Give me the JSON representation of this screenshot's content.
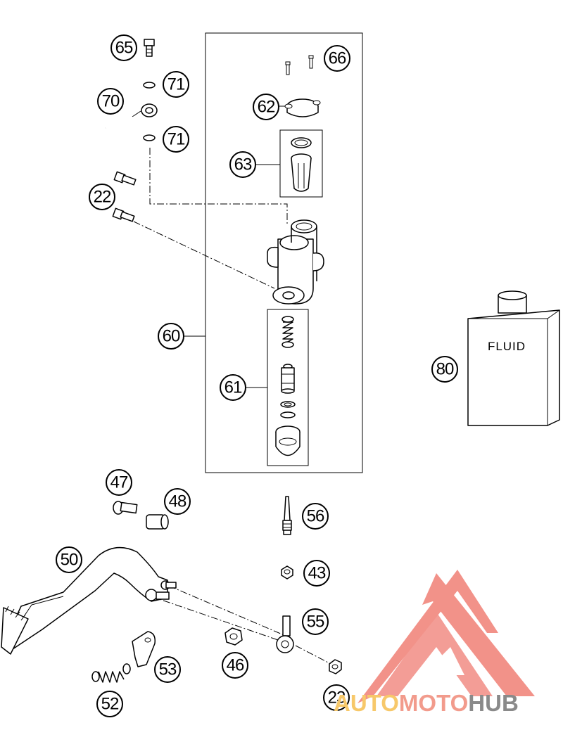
{
  "callouts": {
    "c65": "65",
    "c71a": "71",
    "c70": "70",
    "c71b": "71",
    "c22": "22",
    "c66": "66",
    "c62": "62",
    "c63": "63",
    "c60": "60",
    "c61": "61",
    "c80": "80",
    "c47": "47",
    "c48": "48",
    "c56": "56",
    "c50": "50",
    "c43": "43",
    "c55": "55",
    "c46": "46",
    "c53": "53",
    "c52": "52",
    "c23": "23"
  },
  "container_label": "FLUID",
  "watermark": {
    "part1": "AUTO",
    "part2": "MOTO",
    "part3": "HUB",
    "colors": {
      "auto": "#f7c86a",
      "moto": "#f29b8c",
      "hub": "#8a8a8a",
      "logo": "#f07f75"
    }
  }
}
